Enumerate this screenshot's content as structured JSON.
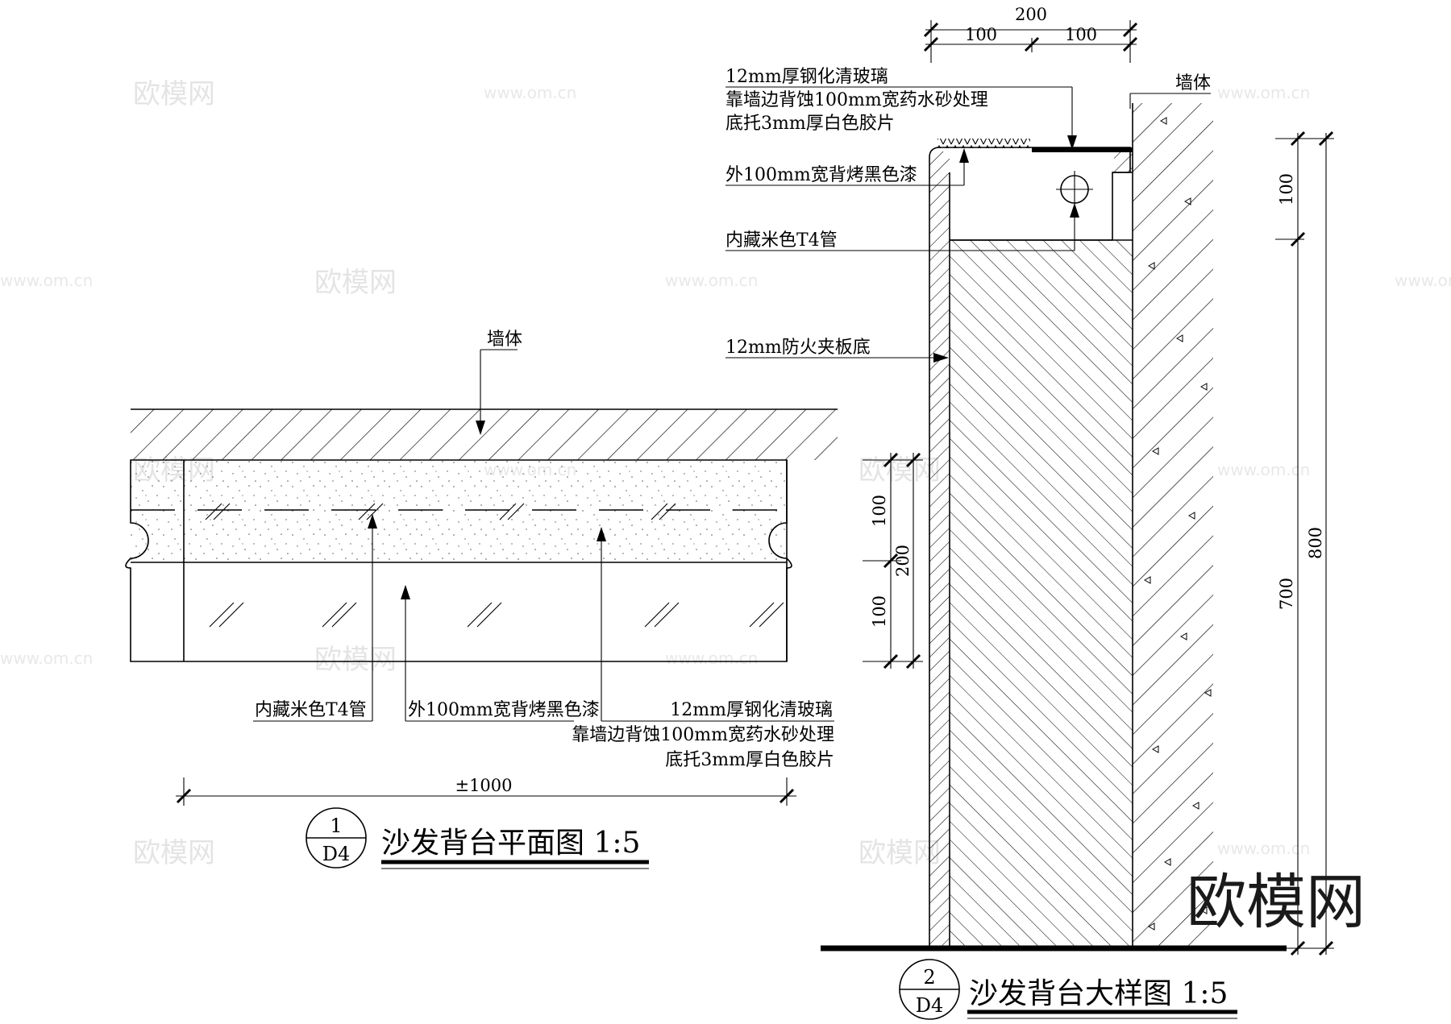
{
  "plan": {
    "wall_label": "墙体",
    "callouts": {
      "t4_tube": "内藏米色T4管",
      "black_paint": "外100mm宽背烤黑色漆",
      "glass_line1": "12mm厚钢化清玻璃",
      "glass_line2": "靠墙边背蚀100mm宽药水砂处理",
      "glass_line3": "底托3mm厚白色胶片"
    },
    "dims": {
      "width": "±1000",
      "left_100a": "100",
      "left_200": "200",
      "left_100b": "100"
    },
    "title": {
      "bubble_top": "1",
      "bubble_bottom": "D4",
      "text": "沙发背台平面图 1:5"
    }
  },
  "detail": {
    "wall_label": "墙体",
    "callouts": {
      "glass_line1": "12mm厚钢化清玻璃",
      "glass_line2": "靠墙边背蚀100mm宽药水砂处理",
      "glass_line3": "底托3mm厚白色胶片",
      "black_paint": "外100mm宽背烤黑色漆",
      "t4_tube": "内藏米色T4管",
      "board": "12mm防火夹板底"
    },
    "dims": {
      "top_total": "200",
      "top_left": "100",
      "top_right": "100",
      "right_100": "100",
      "right_700": "700",
      "right_800": "800"
    },
    "title": {
      "bubble_top": "2",
      "bubble_bottom": "D4",
      "text": "沙发背台大样图 1:5"
    }
  },
  "watermark": {
    "logo_text": "欧模网",
    "url_text": "www.om.cn",
    "corner_logo": "欧模网"
  }
}
